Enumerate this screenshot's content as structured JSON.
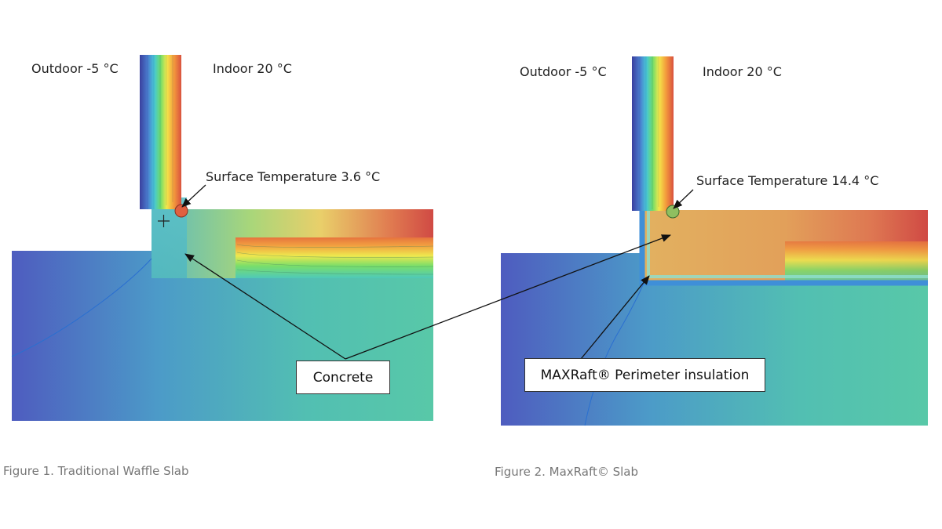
{
  "figure1": {
    "outdoor_label": "Outdoor -5 °C",
    "indoor_label": "Indoor 20 °C",
    "surface_temp_label": "Surface Temperature 3.6 °C",
    "caption": "Figure 1. Traditional Waffle Slab"
  },
  "figure2": {
    "outdoor_label": "Outdoor -5 °C",
    "indoor_label": "Indoor 20 °C",
    "surface_temp_label": "Surface Temperature 14.4 °C",
    "caption": "Figure 2. MaxRaft© Slab"
  },
  "callouts": {
    "concrete": "Concrete",
    "insulation": "MAXRaft® Perimeter insulation"
  },
  "colors": {
    "cold": "#4a55b8",
    "ground": "#4fbfa8",
    "mid": "#f6e64a",
    "warm": "#d94a3c",
    "arrow": "#111111"
  }
}
